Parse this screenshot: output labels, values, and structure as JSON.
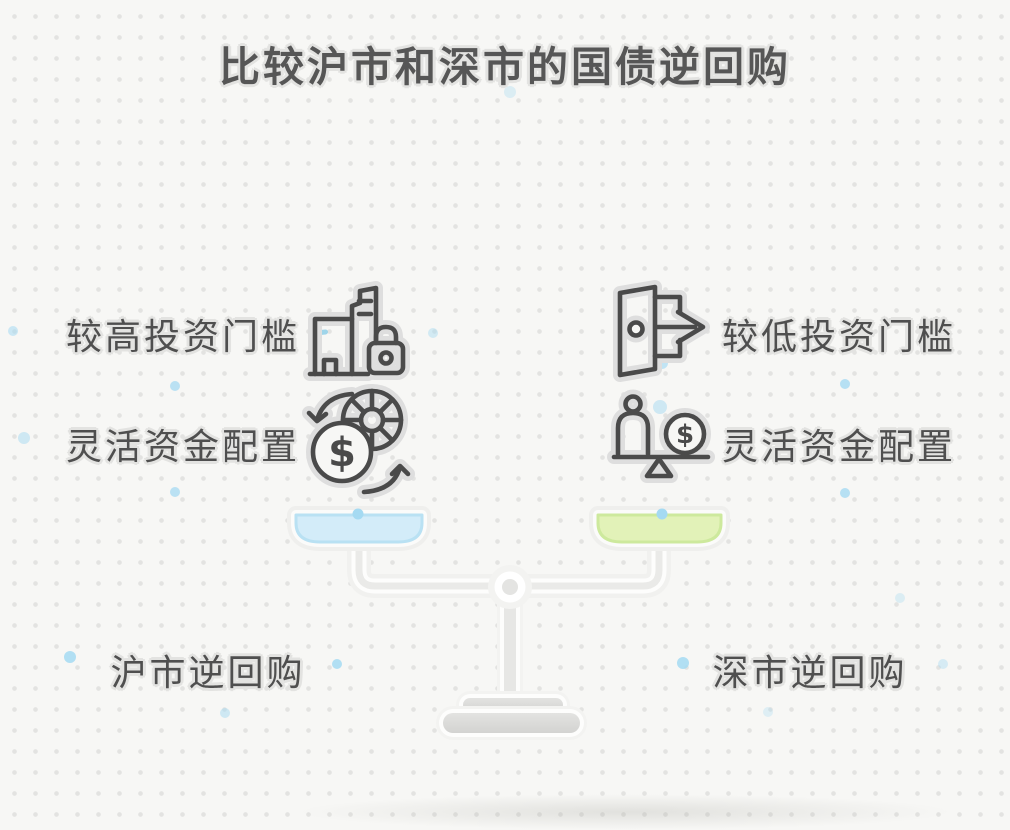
{
  "title": "比较沪市和深市的国债逆回购",
  "comparison": {
    "left": {
      "market_label": "沪市逆回购",
      "pan_color": "#d3ecf9",
      "pan_stroke": "#b9e1f3",
      "features": [
        {
          "label": "较高投资门槛",
          "icon": "building-lock-icon"
        },
        {
          "label": "灵活资金配置",
          "icon": "coins-exchange-icon"
        }
      ]
    },
    "right": {
      "market_label": "深市逆回购",
      "pan_color": "#e2f2b8",
      "pan_stroke": "#cde99d",
      "features": [
        {
          "label": "较低投资门槛",
          "icon": "door-arrow-icon"
        },
        {
          "label": "灵活资金配置",
          "icon": "person-coin-balance-icon"
        }
      ]
    }
  },
  "icons": {
    "currency_symbol": "$"
  },
  "colors": {
    "background": "#f7f7f5",
    "grid_dot": "#e3e3e1",
    "ink_stroke": "#4a4a4a",
    "halo": "#dedede",
    "accent_dot": "#a5daf2",
    "scale_metal": "#e9e9e7"
  }
}
